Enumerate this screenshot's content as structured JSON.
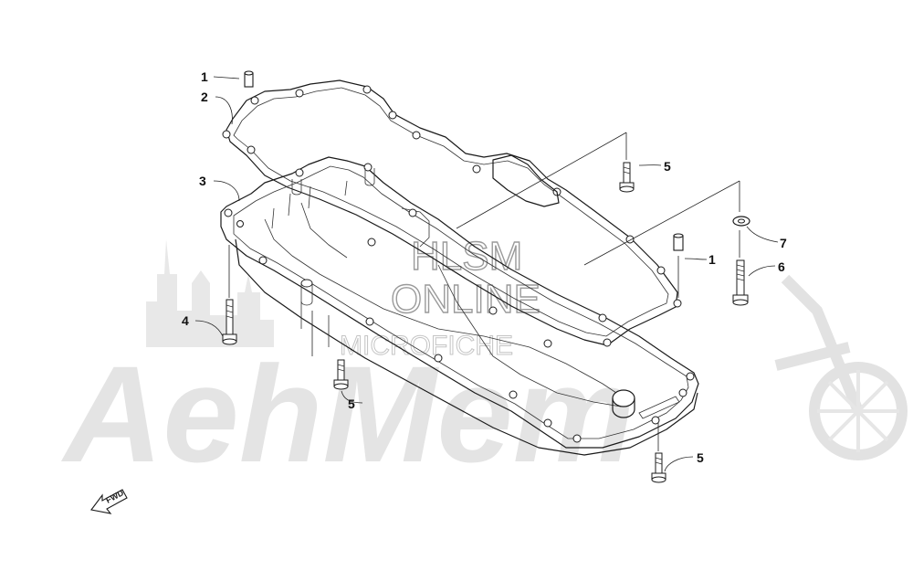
{
  "watermark": {
    "brand": "AehMem",
    "line1": "HLSM",
    "line2": "ONLINE",
    "line3": "MICROFICHE"
  },
  "direction_label": "FWD",
  "callouts": [
    {
      "id": "c1a",
      "label": "1"
    },
    {
      "id": "c2",
      "label": "2"
    },
    {
      "id": "c3",
      "label": "3"
    },
    {
      "id": "c4",
      "label": "4"
    },
    {
      "id": "c5a",
      "label": "5"
    },
    {
      "id": "c5b",
      "label": "5"
    },
    {
      "id": "c5c",
      "label": "5"
    },
    {
      "id": "c1b",
      "label": "1"
    },
    {
      "id": "c6",
      "label": "6"
    },
    {
      "id": "c7",
      "label": "7"
    }
  ]
}
